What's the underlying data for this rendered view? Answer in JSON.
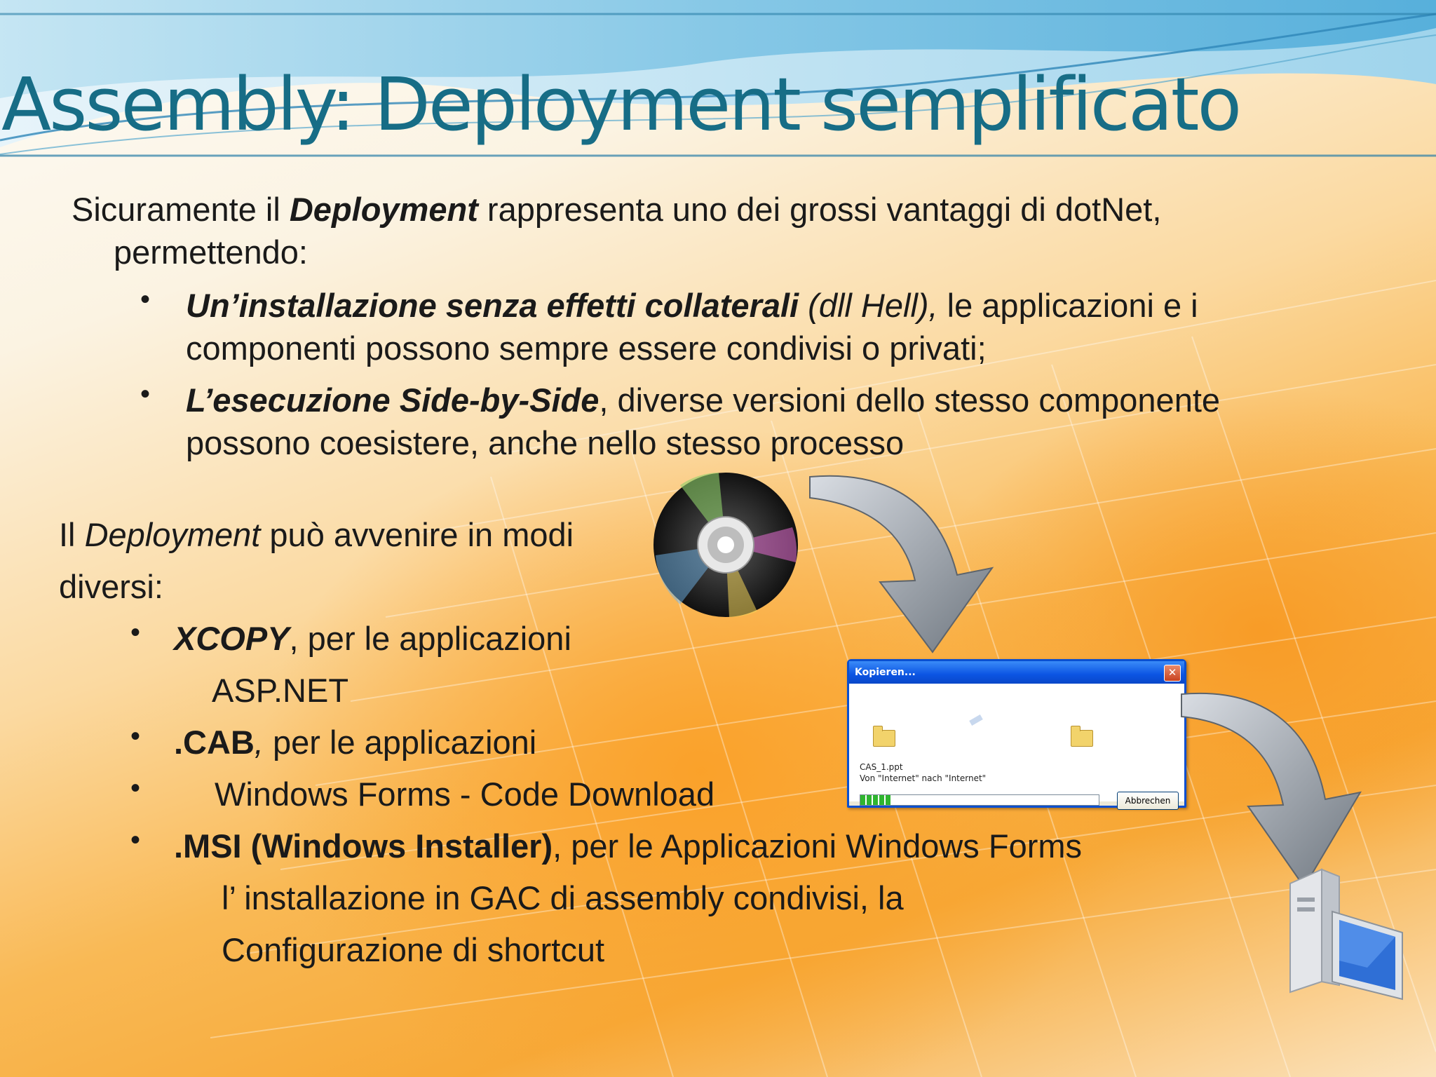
{
  "slide": {
    "title": "Assembly: Deployment semplificato",
    "intro": {
      "t1": "Sicuramente il ",
      "t2": "Deployment",
      "t3": " rappresenta uno dei grossi vantaggi di dotNet, permettendo:"
    },
    "bullets": [
      {
        "strong": "Un’installazione senza effetti collaterali",
        "em": " (dll Hell),",
        "rest": " le applicazioni e i componenti possono sempre essere condivisi o privati;"
      },
      {
        "strong": "L’esecuzione Side-by-Side",
        "rest": ", diverse versioni dello stesso componente possono coesistere, anche nello stesso processo"
      }
    ],
    "deploy": {
      "t1": "Il ",
      "t2": "Deployment",
      "t3": " può avvenire in modi diversi:",
      "items": [
        {
          "strong": "XCOPY",
          "rest": ", per le applicazioni",
          "cont": "ASP.NET"
        },
        {
          "strong": ".CAB",
          "em": ",",
          "rest": " per le applicazioni"
        },
        {
          "rest": "Windows Forms - Code Download"
        },
        {
          "strong": ".MSI (Windows Installer)",
          "rest": ", per le Applicazioni Windows Forms",
          "cont1": "l’ installazione in GAC di assembly condivisi, la",
          "cont2": "Configurazione di shortcut"
        }
      ]
    },
    "bullet_char": "•"
  },
  "dialog": {
    "title": "Kopieren...",
    "close": "✕",
    "file": "CAS_1.ppt",
    "path": "Von \"Internet\" nach \"Internet\"",
    "cancel": "Abbrechen",
    "progress": 0.13
  },
  "colors": {
    "title": "#176d86",
    "accent_blue": "#0a4fd0"
  },
  "icons": [
    "cd-disc-icon",
    "curved-arrow-icon",
    "computer-icon",
    "folder-icon"
  ]
}
